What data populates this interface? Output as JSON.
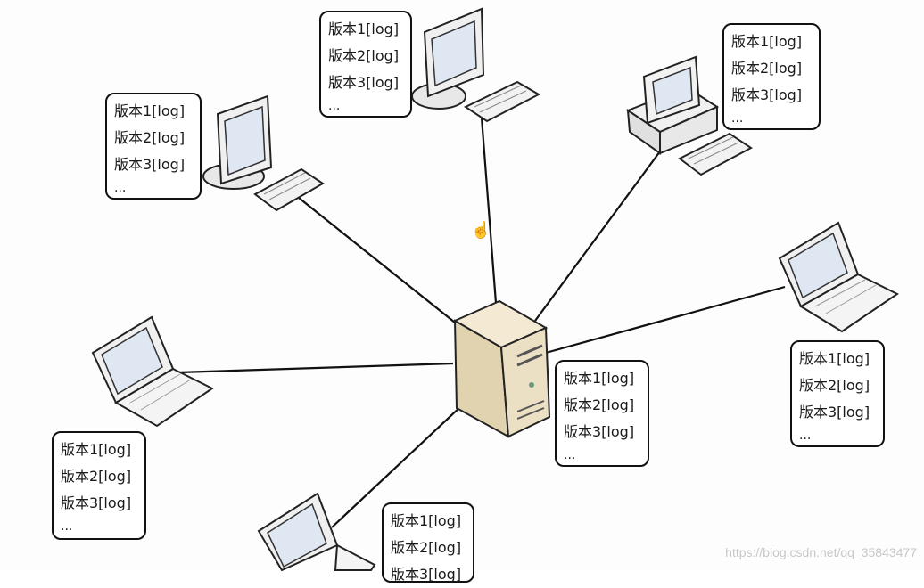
{
  "nodes": [
    {
      "id": "server",
      "kind": "server",
      "log": [
        "版本1[log]",
        "版本2[log]",
        "版本3[log]",
        "..."
      ]
    },
    {
      "id": "top-left-monitor",
      "kind": "monitor",
      "log": [
        "版本1[log]",
        "版本2[log]",
        "版本3[log]",
        "..."
      ]
    },
    {
      "id": "top-center-monitor",
      "kind": "monitor",
      "log": [
        "版本1[log]",
        "版本2[log]",
        "版本3[log]",
        "..."
      ]
    },
    {
      "id": "top-right-desktop",
      "kind": "desktop",
      "log": [
        "版本1[log]",
        "版本2[log]",
        "版本3[log]",
        "..."
      ]
    },
    {
      "id": "right-laptop",
      "kind": "laptop",
      "log": [
        "版本1[log]",
        "版本2[log]",
        "版本3[log]",
        "..."
      ]
    },
    {
      "id": "left-laptop",
      "kind": "laptop",
      "log": [
        "版本1[log]",
        "版本2[log]",
        "版本3[log]",
        "..."
      ]
    },
    {
      "id": "bottom-laptop",
      "kind": "laptop",
      "log": [
        "版本1[log]",
        "版本2[log]",
        "版本3[log]"
      ]
    }
  ],
  "watermark": "https://blog.csdn.net/qq_35843477",
  "colors": {
    "server_body": "#e9dcc0",
    "screen": "#dfe7f3",
    "device": "#f2f2f2",
    "line": "#111111"
  },
  "icons": {
    "cursor": "hand-cursor-icon"
  }
}
